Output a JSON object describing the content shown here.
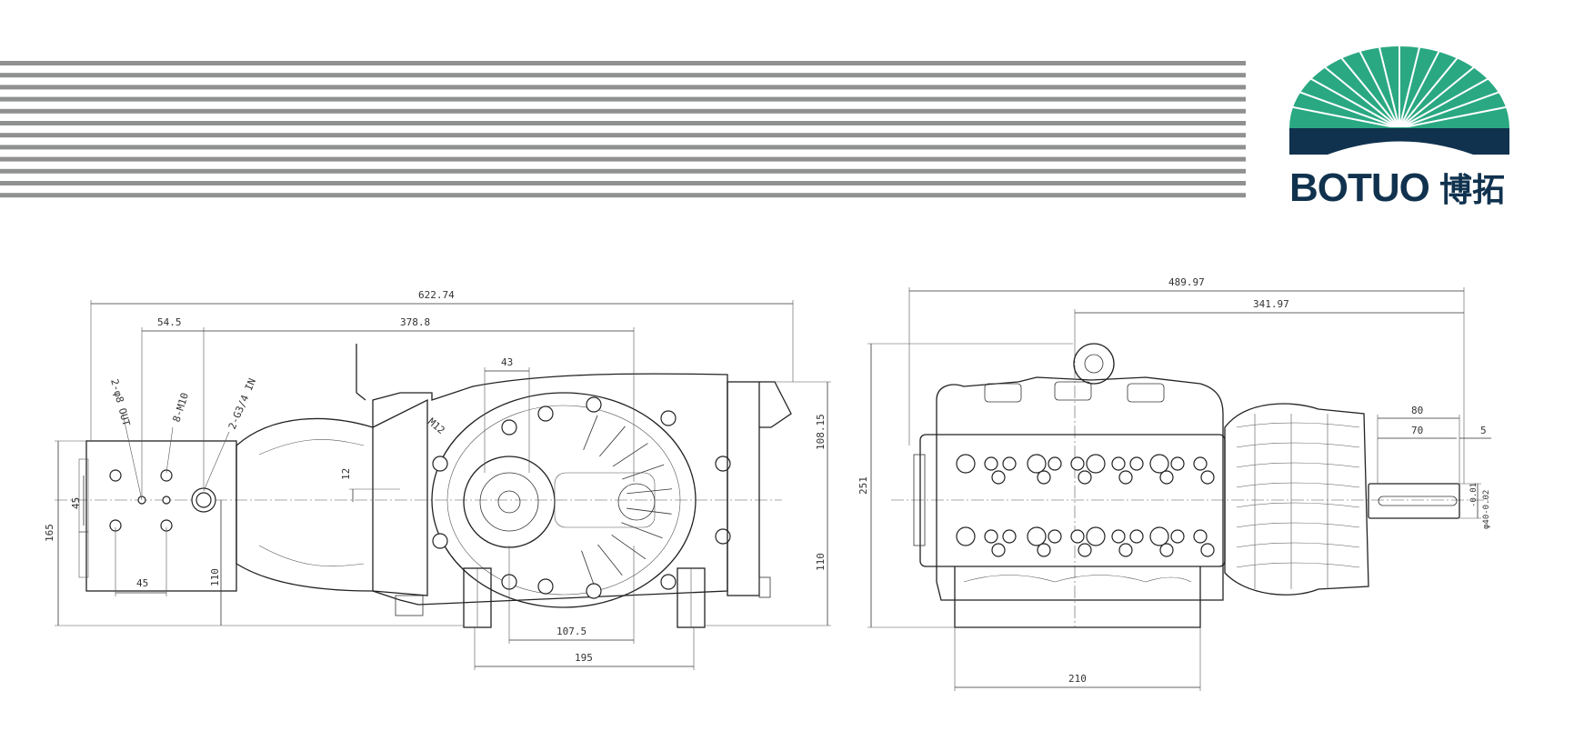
{
  "logo": {
    "brand_latin": "BOTUO",
    "brand_cjk": "博拓",
    "colors": {
      "fan": "#2aa881",
      "band": "#10324e",
      "text": "#10324e"
    }
  },
  "header_stripes": {
    "color": "#8f9190"
  },
  "side_view": {
    "overall_length": "622.74",
    "head_offset": "54.5",
    "body_length": "378.8",
    "gear_width": "43",
    "height_total": "165",
    "bolt_spacing_v": "45",
    "bolt_spacing_h": "45",
    "shaft_offset": "12",
    "foot_center": "107.5",
    "foot_span": "195",
    "center_height_left": "110",
    "center_height_right": "110",
    "top_height": "108.15",
    "outlet_note": "2-φ8 OUT",
    "bolt_note": "8-M10",
    "inlet_note": "2-G3/4 IN",
    "thread_note": "M12"
  },
  "end_view": {
    "overall_width": "489.97",
    "body_width": "341.97",
    "height": "251",
    "shaft_len": "80",
    "key_len": "70",
    "key_width": "5",
    "shaft_dia": "φ40-0.02",
    "shaft_tol": "-0.01",
    "base_span": "210"
  }
}
